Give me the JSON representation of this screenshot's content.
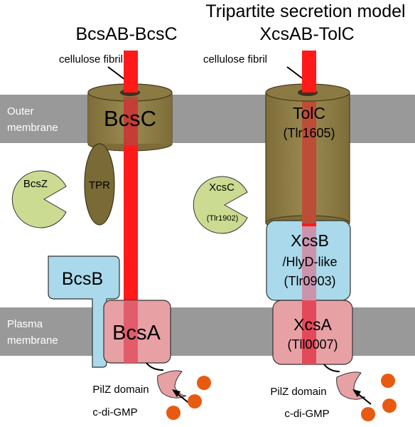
{
  "title_right": "Tripartite secretion model",
  "left": {
    "title": "BcsAB-BcsC",
    "fibril_label": "cellulose fibril",
    "outer_protein": "BcsC",
    "tpr": "TPR",
    "bcsz": "BcsZ",
    "bcsb": "BcsB",
    "bcsa": "BcsA",
    "pilz": "PilZ domain",
    "cdigmp": "c-di-GMP"
  },
  "right": {
    "title": "XcsAB-TolC",
    "fibril_label": "cellulose fibril",
    "tolc_line1": "TolC",
    "tolc_line2": "(Tlr1605)",
    "xcsc_line1": "XcsC",
    "xcsc_line2": "(Tlr1902)",
    "xcsb_line1": "XcsB",
    "xcsb_line2": "/HlyD-like",
    "xcsb_line3": "(Tlr0903)",
    "xcsa_line1": "XcsA",
    "xcsa_line2": "(Tll0007)",
    "pilz": "PilZ domain",
    "cdigmp": "c-di-GMP"
  },
  "membranes": {
    "outer_line1": "Outer",
    "outer_line2": "membrane",
    "plasma_line1": "Plasma",
    "plasma_line2": "membrane"
  },
  "colors": {
    "membrane": "#999999",
    "fibril": "#ff1a1a",
    "olive": "#8b7a43",
    "olive_dark": "#6e5f30",
    "light_blue": "#a9d9ea",
    "pink": "#e08f95",
    "pale_green": "#cbdc92",
    "orange": "#e85a10"
  }
}
